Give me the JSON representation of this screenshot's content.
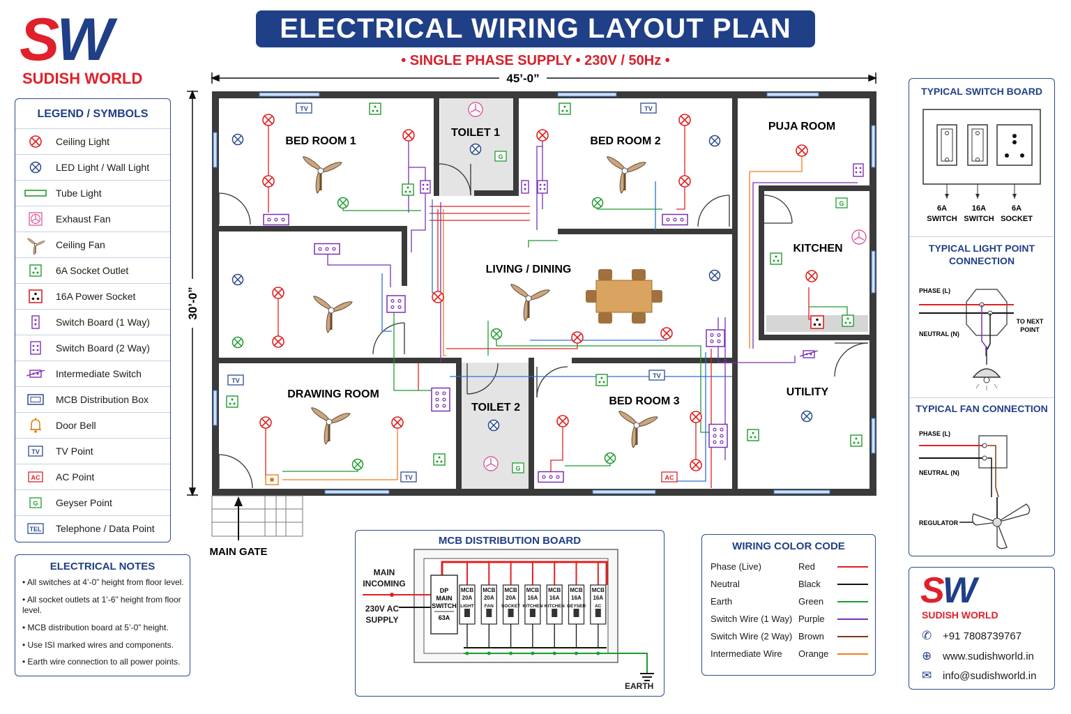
{
  "brand": {
    "logo_text": "SW",
    "name": "SUDISH WORLD"
  },
  "header": {
    "title": "ELECTRICAL WIRING LAYOUT PLAN",
    "subtitle": "• SINGLE PHASE SUPPLY • 230V / 50Hz •"
  },
  "dimensions": {
    "width": "45’-0”",
    "height": "30’-0”"
  },
  "legend": {
    "title": "LEGEND / SYMBOLS",
    "items": [
      {
        "icon": "ceiling-light-icon",
        "label": "Ceiling Light"
      },
      {
        "icon": "led-light-icon",
        "label": "LED Light / Wall Light"
      },
      {
        "icon": "tube-light-icon",
        "label": "Tube Light"
      },
      {
        "icon": "exhaust-fan-icon",
        "label": "Exhaust Fan"
      },
      {
        "icon": "ceiling-fan-icon",
        "label": "Ceiling Fan"
      },
      {
        "icon": "socket-6a-icon",
        "label": "6A Socket Outlet"
      },
      {
        "icon": "socket-16a-icon",
        "label": "16A Power Socket"
      },
      {
        "icon": "switch-1way-icon",
        "label": "Switch Board (1 Way)"
      },
      {
        "icon": "switch-2way-icon",
        "label": "Switch Board (2 Way)"
      },
      {
        "icon": "intermediate-switch-icon",
        "label": "Intermediate Switch"
      },
      {
        "icon": "mcb-box-icon",
        "label": "MCB Distribution Box"
      },
      {
        "icon": "door-bell-icon",
        "label": "Door Bell"
      },
      {
        "icon": "tv-point-icon",
        "label": "TV Point",
        "code": "TV"
      },
      {
        "icon": "ac-point-icon",
        "label": "AC Point",
        "code": "AC"
      },
      {
        "icon": "geyser-point-icon",
        "label": "Geyser Point",
        "code": "G"
      },
      {
        "icon": "telephone-point-icon",
        "label": "Telephone / Data Point",
        "code": "TEL"
      }
    ]
  },
  "notes": {
    "title": "ELECTRICAL NOTES",
    "items": [
      "All switches at 4’-0” height from floor level.",
      "All socket outlets at 1’-6” height from floor level.",
      "MCB distribution board at 5’-0” height.",
      "Use ISI marked wires and components.",
      "Earth wire connection to all power points."
    ]
  },
  "rooms": {
    "bed_room_1": "BED ROOM 1",
    "toilet_1": "TOILET 1",
    "bed_room_2": "BED ROOM 2",
    "puja_room": "PUJA ROOM",
    "kitchen": "KITCHEN",
    "living_dining": "LIVING / DINING",
    "drawing_room": "DRAWING ROOM",
    "toilet_2": "TOILET 2",
    "bed_room_3": "BED ROOM 3",
    "utility": "UTILITY",
    "main_gate": "MAIN GATE"
  },
  "plan_codes": {
    "tv": "TV",
    "ac": "AC",
    "geyser": "G"
  },
  "mcb_board": {
    "title": "MCB DISTRIBUTION BOARD",
    "main_incoming": "MAIN INCOMING",
    "supply": "230V AC SUPPLY",
    "main_switch": {
      "l1": "DP",
      "l2": "MAIN",
      "l3": "SWITCH",
      "rating": "63A"
    },
    "breakers": [
      {
        "type": "MCB",
        "rating": "20A",
        "circuit": "LIGHT"
      },
      {
        "type": "MCB",
        "rating": "20A",
        "circuit": "FAN"
      },
      {
        "type": "MCB",
        "rating": "20A",
        "circuit": "SOCKET"
      },
      {
        "type": "MCB",
        "rating": "16A",
        "circuit": "KITCHEN"
      },
      {
        "type": "MCB",
        "rating": "16A",
        "circuit": "KITCHEN"
      },
      {
        "type": "MCB",
        "rating": "16A",
        "circuit": "GEYSER"
      },
      {
        "type": "MCB",
        "rating": "16A",
        "circuit": "AC"
      }
    ],
    "earth": "EARTH"
  },
  "wiring_code": {
    "title": "WIRING COLOR CODE",
    "items": [
      {
        "name": "Phase (Live)",
        "color_name": "Red",
        "color": "#e02020"
      },
      {
        "name": "Neutral",
        "color_name": "Black",
        "color": "#111111"
      },
      {
        "name": "Earth",
        "color_name": "Green",
        "color": "#1f9a2e"
      },
      {
        "name": "Switch Wire (1 Way)",
        "color_name": "Purple",
        "color": "#7a2fb5"
      },
      {
        "name": "Switch Wire (2 Way)",
        "color_name": "Brown",
        "color": "#7a3b12"
      },
      {
        "name": "Intermediate Wire",
        "color_name": "Orange",
        "color": "#f07d1a"
      }
    ]
  },
  "switch_board": {
    "title": "TYPICAL SWITCH BOARD",
    "labels": [
      {
        "rating": "6A",
        "kind": "SWITCH"
      },
      {
        "rating": "16A",
        "kind": "SWITCH"
      },
      {
        "rating": "6A",
        "kind": "SOCKET"
      }
    ]
  },
  "light_connection": {
    "title_l1": "TYPICAL LIGHT POINT",
    "title_l2": "CONNECTION",
    "phase": "PHASE (L)",
    "neutral": "NEUTRAL (N)",
    "next_l1": "TO NEXT",
    "next_l2": "POINT"
  },
  "fan_connection": {
    "title": "TYPICAL FAN CONNECTION",
    "phase": "PHASE (L)",
    "neutral": "NEUTRAL (N)",
    "regulator": "REGULATOR"
  },
  "contact": {
    "logo_text": "SW",
    "name": "SUDISH WORLD",
    "phone": "+91 7808739767",
    "website": "www.sudishworld.in",
    "email": "info@sudishworld.in"
  },
  "colors": {
    "brand_red": "#e0202a",
    "brand_blue": "#1f3f86",
    "wall": "#3a3a3a",
    "phase": "#e02020",
    "earth": "#1f9a2e",
    "switch": "#7a2fb5",
    "feed": "#2b6fd6"
  }
}
